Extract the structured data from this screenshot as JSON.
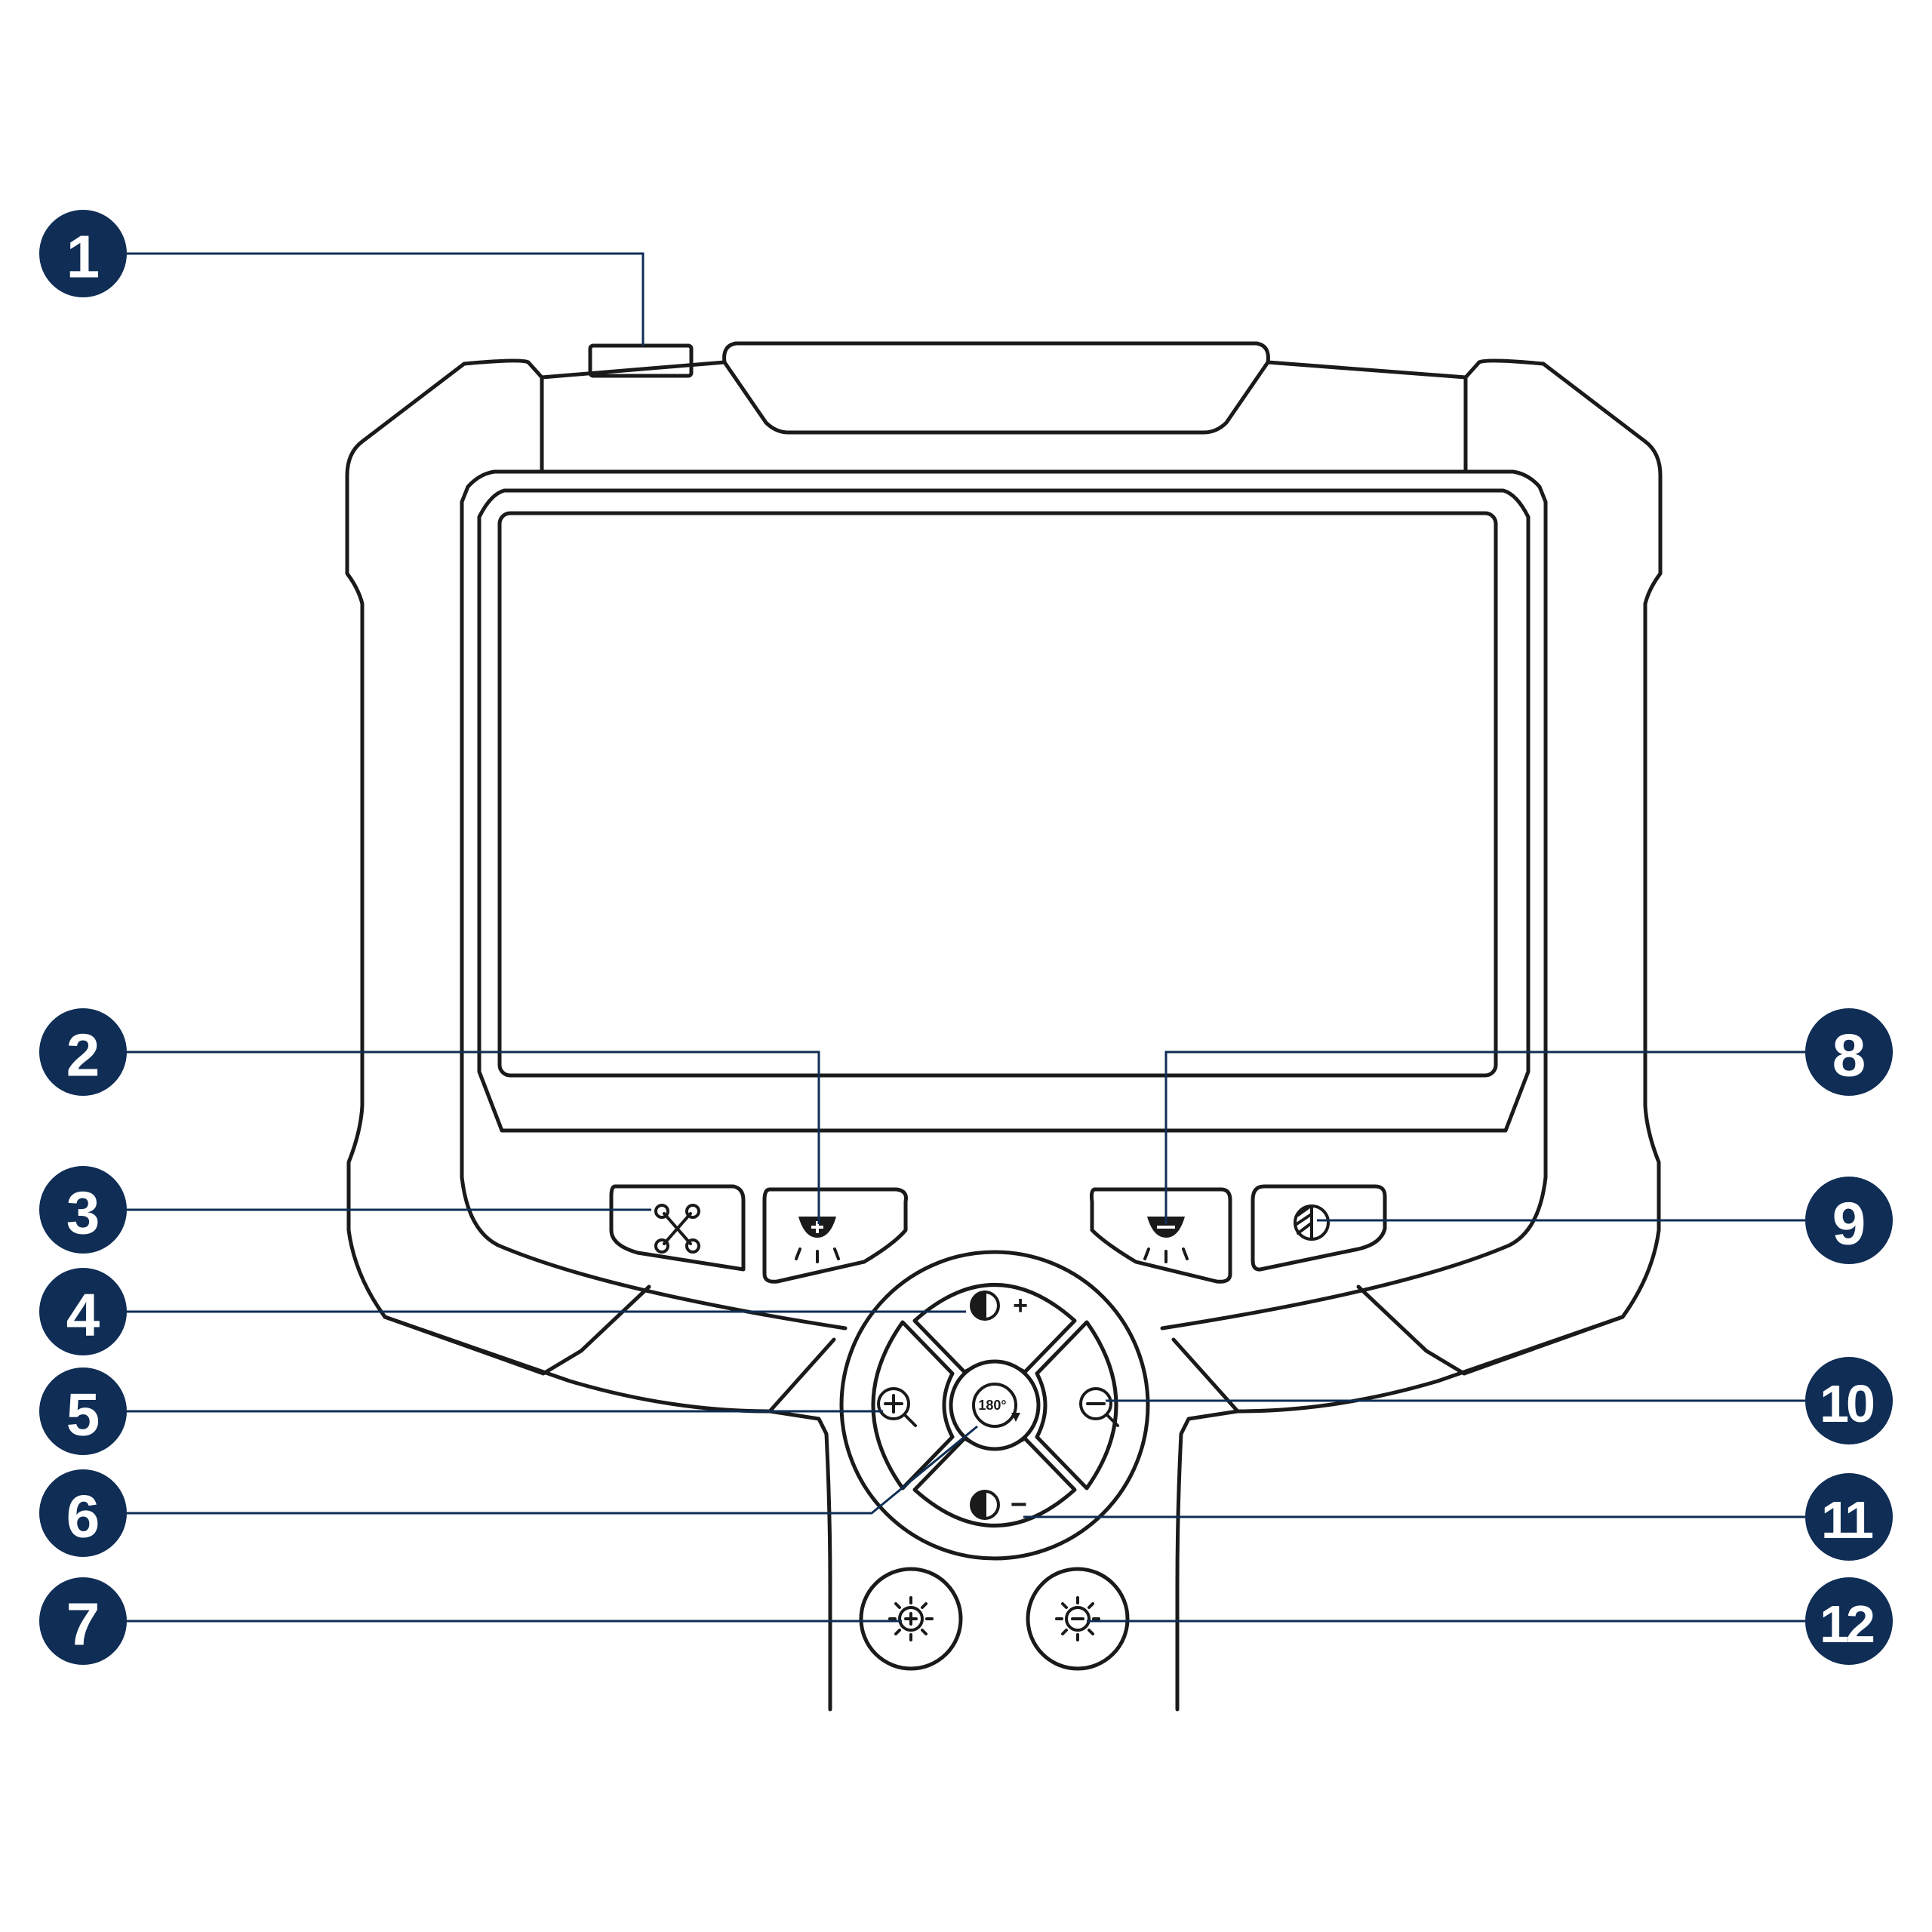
{
  "colors": {
    "badge": "#0f2d55",
    "leader": "#0f2d55",
    "outline": "#1a1a1a",
    "background": "#ffffff"
  },
  "callouts": [
    {
      "number": "1",
      "target": "top-button"
    },
    {
      "number": "2",
      "target": "led-plus-button"
    },
    {
      "number": "3",
      "target": "menu-button"
    },
    {
      "number": "4",
      "target": "contrast-plus-button"
    },
    {
      "number": "5",
      "target": "zoom-in-button"
    },
    {
      "number": "6",
      "target": "rotate-180-button"
    },
    {
      "number": "7",
      "target": "brightness-plus-button"
    },
    {
      "number": "8",
      "target": "led-minus-button"
    },
    {
      "number": "9",
      "target": "contrast-mode-button"
    },
    {
      "number": "10",
      "target": "zoom-out-button"
    },
    {
      "number": "11",
      "target": "contrast-minus-button"
    },
    {
      "number": "12",
      "target": "brightness-minus-button"
    }
  ],
  "icons": {
    "menu": "command-icon",
    "led_plus": "led-plus-icon",
    "led_minus": "led-minus-icon",
    "contrast_mode": "contrast-icon",
    "contrast_plus": "contrast-plus-icon",
    "contrast_minus": "contrast-minus-icon",
    "zoom_in": "zoom-in-icon",
    "zoom_out": "zoom-out-icon",
    "rotate": "rotate-180-icon",
    "brightness_plus": "brightness-plus-icon",
    "brightness_minus": "brightness-minus-icon"
  },
  "labels": {
    "rotate": "180°",
    "contrast_plus_sign": "+",
    "contrast_minus_sign": "−"
  }
}
